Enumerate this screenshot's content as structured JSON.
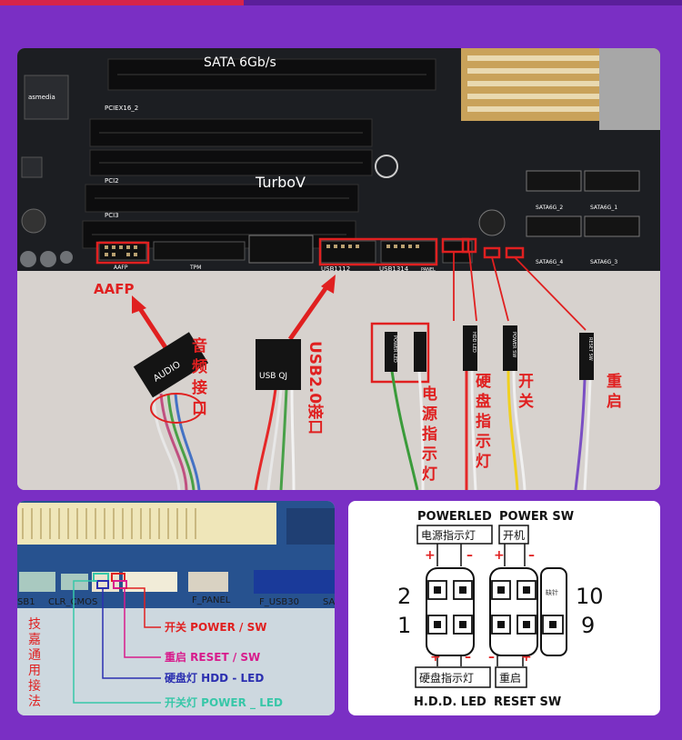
{
  "top_photo": {
    "board_labels": {
      "sata": "SATA 6Gb/s",
      "pciex16": "PCIEX16_2",
      "pci2": "PCI2",
      "pci3": "PCI3",
      "turbov": "TurboV",
      "usb1112": "USB1112",
      "usb1314": "USB1314",
      "panel": "PANEL",
      "aafp_small": "AAFP",
      "tpm": "TPM",
      "sata6g2": "SATA6G_2",
      "sata6g1": "SATA6G_1",
      "sata6g4": "SATA6G_4",
      "sata6g3": "SATA6G_3",
      "chip_brand": "asmedia"
    },
    "aafp": "AAFP",
    "audio_plug": "AUDIO",
    "audio_port": [
      "音",
      "频",
      "接",
      "口"
    ],
    "usb_plug": "USB QJ",
    "usb20_port": "USB2.0接口",
    "power_led_plug": "POWER LED",
    "power_led": [
      "电",
      "源",
      "指",
      "示",
      "灯"
    ],
    "hdd_plug": "HDD LED",
    "hdd_led": [
      "硬",
      "盘",
      "指",
      "示",
      "灯"
    ],
    "power_sw_plug": "POWER SW",
    "power_sw": [
      "开",
      "关"
    ],
    "reset_plug": "RESET SW",
    "reset": [
      "重",
      "启"
    ]
  },
  "bottom_left_photo": {
    "board_labels": {
      "usb1": "SB1",
      "clr_cmos": "CLR_CMOS",
      "f_panel": "F_PANEL",
      "f_usb30": "F_USB30",
      "sa": "SA"
    },
    "brand_vertical": [
      "技",
      "嘉",
      "通",
      "用",
      "接",
      "法"
    ],
    "callouts": {
      "power_sw": "开关 POWER / SW",
      "reset_sw": "重启 RESET / SW",
      "hdd_led": "硬盘灯 HDD - LED",
      "power_led": "开关灯 POWER _ LED"
    },
    "colors": {
      "power_sw": "#e02020",
      "reset_sw": "#d81b8c",
      "hdd_led": "#2b2fb0",
      "power_led": "#37c7a8"
    }
  },
  "diagram": {
    "power_led_title": "POWERLED",
    "power_sw_title": "POWER SW",
    "power_led_cn": "电源指示灯",
    "power_sw_cn": "开机",
    "hdd_cn": "硬盘指示灯",
    "reset_cn": "重启",
    "hdd_title": "H.D.D. LED",
    "reset_title": "RESET SW",
    "pin_2": "2",
    "pin_1": "1",
    "pin_10": "10",
    "pin_9": "9",
    "missing_pin": "缺针",
    "plus": "+",
    "minus": "–"
  }
}
